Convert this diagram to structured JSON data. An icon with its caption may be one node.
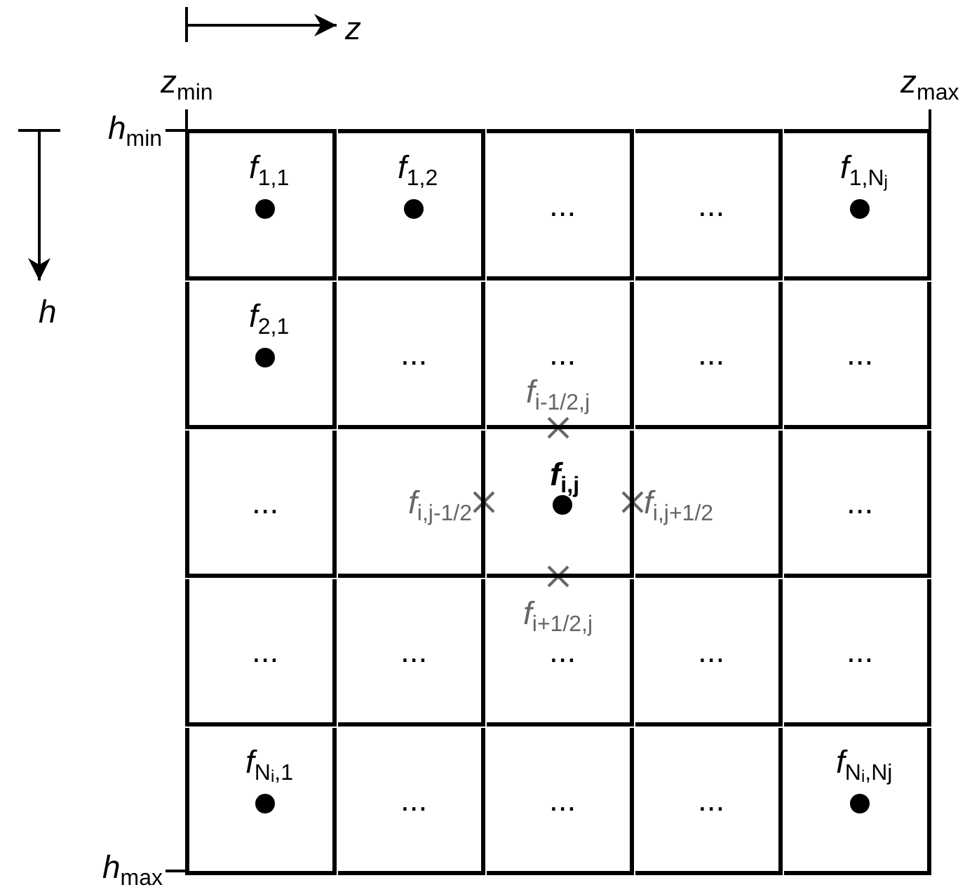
{
  "diagram": {
    "nodes": [
      {
        "text": [
          "*f*$_{1,1}$"
        ]
      },
      {
        "text": [
          "*f*$_{1,2}$"
        ]
      },
      {
        "text": [
          "..."
        ]
      },
      {
        "text": [
          "..."
        ]
      },
      {
        "text": [
          "*f*$_{1,N}$$_{j}$"
        ]
      },
      {
        "text": [
          "*f*$_{2,1}$"
        ]
      },
      {
        "text": [
          "..."
        ]
      },
      {
        "text": [
          "..."
        ]
      },
      {
        "text": [
          "..."
        ]
      },
      {
        "text": [
          "..."
        ]
      },
      {
        "text": [
          "..."
        ]
      },
      {
        "text": [],
        "shape": "box"
      },
      {
        "text": [
          "*f*$_{i,j}$"
        ]
      },
      {
        "text": [],
        "shape": "box"
      },
      {
        "text": [
          "..."
        ]
      },
      {
        "text": [
          "..."
        ]
      },
      {
        "text": [
          "..."
        ]
      },
      {
        "text": [
          "..."
        ]
      },
      {
        "text": [
          "..."
        ]
      },
      {
        "text": [
          "..."
        ]
      },
      {
        "text": [
          "*f*$_{N}$$_{i}$$_{,1}$"
        ]
      },
      {
        "text": [
          "..."
        ]
      },
      {
        "text": [
          "..."
        ]
      },
      {
        "text": [
          "..."
        ]
      },
      {
        "text": [
          "*f*$_{N}$$_{i}$$_{,N}$$_{j}$"
        ]
      }
    ],
    "labels": [
      "*z*",
      "*z*$_{min}$",
      "*z*$_{max}$",
      "*h*$_{min}$",
      "*h*",
      "*f*$_{i-1/2,j}$",
      "*f*$_{i,j-1/2}$",
      "*f*$_{i,j+1/2}$",
      "*f*$_{i+1/2,j}$",
      "*h*$_{max}$"
    ]
  }
}
